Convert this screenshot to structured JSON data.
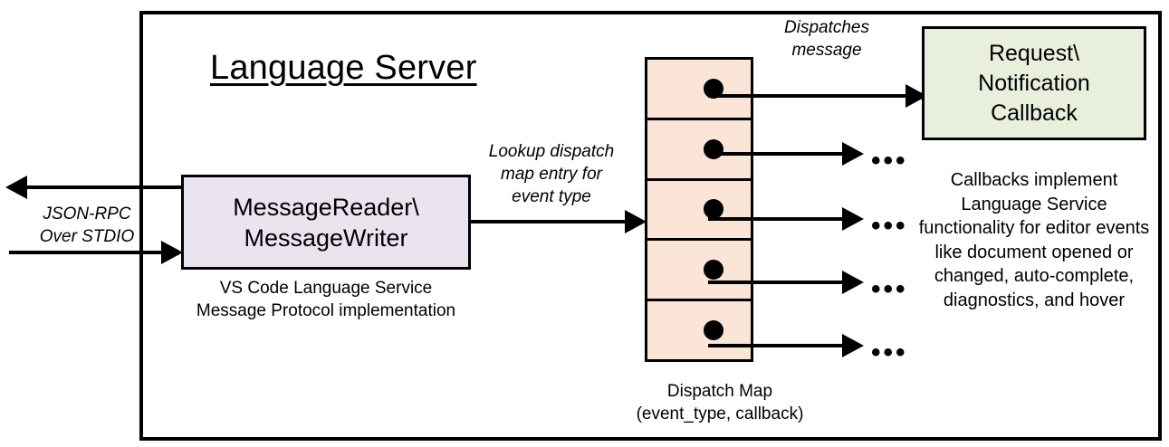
{
  "diagram": {
    "title": "Language Server",
    "frame_border_color": "#000000",
    "background": "#ffffff"
  },
  "reader_box": {
    "line1": "MessageReader\\",
    "line2": "MessageWriter",
    "fill": "#e9e4ef",
    "caption_line1": "VS Code Language Service",
    "caption_line2": "Message Protocol implementation"
  },
  "callback_box": {
    "line1": "Request\\",
    "line2": "Notification",
    "line3": "Callback",
    "fill": "#e9efdd",
    "caption": "Callbacks implement Language Service functionality for editor events like document opened or changed, auto-complete, diagnostics, and hover"
  },
  "dispatch_map": {
    "fill": "#fae5d7",
    "caption_line1": "Dispatch Map",
    "caption_line2": "(event_type, callback)",
    "row_count": 5,
    "rows": [
      {
        "index": 1,
        "has_dot": true,
        "target": "callback-box"
      },
      {
        "index": 2,
        "has_dot": true,
        "target": "ellipsis"
      },
      {
        "index": 3,
        "has_dot": true,
        "target": "ellipsis"
      },
      {
        "index": 4,
        "has_dot": true,
        "target": "ellipsis"
      },
      {
        "index": 5,
        "has_dot": true,
        "target": "ellipsis"
      }
    ],
    "ellipsis": "•••"
  },
  "edges": {
    "jsonrpc_label": "JSON-RPC\nOver STDIO",
    "lookup_label": "Lookup dispatch\nmap entry for\nevent type",
    "dispatches_label": "Dispatches\nmessage"
  }
}
